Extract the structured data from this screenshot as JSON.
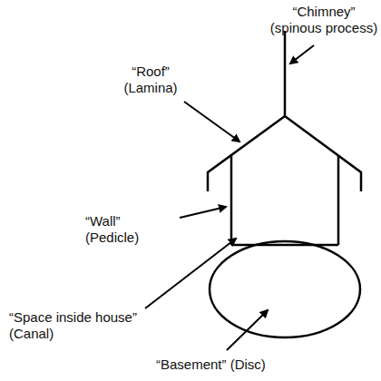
{
  "diagram": {
    "labels": [
      "“Chimney” (spinous process)",
      "“Roof” (Lamina)",
      "“Wall” (Pedicle)",
      "“Space inside house” (Canal)",
      "“Basement” (Disc)"
    ]
  }
}
